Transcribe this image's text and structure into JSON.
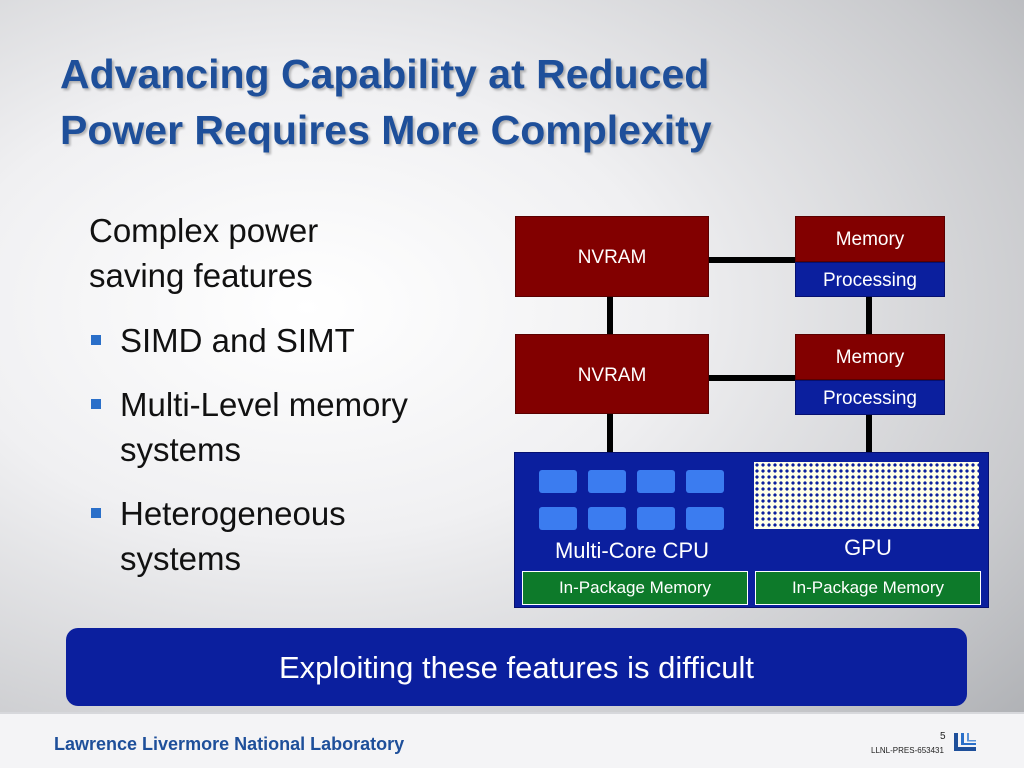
{
  "slide": {
    "title_line1": "Advancing Capability at Reduced",
    "title_line2": "Power Requires More Complexity",
    "intro_line1": "Complex power",
    "intro_line2": "saving features",
    "bullets": [
      {
        "line1": "SIMD and SIMT",
        "line2": ""
      },
      {
        "line1": "Multi-Level memory",
        "line2": "systems"
      },
      {
        "line1": "Heterogeneous",
        "line2": "systems"
      }
    ]
  },
  "diagram": {
    "nvram_top": "NVRAM",
    "nvram_bottom": "NVRAM",
    "memory_top_label": "Memory",
    "processing_top_label": "Processing",
    "memory_bottom_label": "Memory",
    "processing_bottom_label": "Processing",
    "cpu_label": "Multi-Core CPU",
    "gpu_label": "GPU",
    "cpu_memory_label": "In-Package Memory",
    "gpu_memory_label": "In-Package Memory",
    "cpu_core_count": 8,
    "colors": {
      "nvram": "#820000",
      "processing": "#0b1f9e",
      "in_package_memory": "#0d7a2a",
      "cpu_core": "#3b7cf0"
    }
  },
  "banner": {
    "text": "Exploiting these features is difficult"
  },
  "footer": {
    "lab_name": "Lawrence Livermore National Laboratory",
    "page_number": "5",
    "presentation_id": "LLNL-PRES-653431",
    "logo_icon": "llnl-logo-icon"
  }
}
